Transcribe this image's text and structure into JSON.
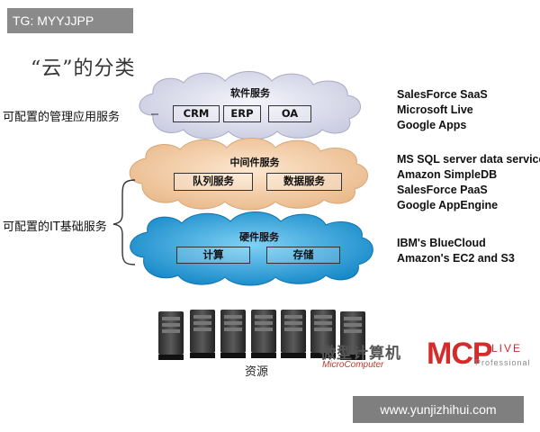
{
  "tag": "TG: MYYJJPP",
  "title": "“云”的分类",
  "left_labels": {
    "managed_apps": "可配置的管理应用服务",
    "it_infra": "可配置的IT基础服务"
  },
  "clouds": {
    "software": {
      "title": "软件服务",
      "boxes": [
        "CRM",
        "ERP",
        "OA"
      ],
      "color": "#d9dbe9"
    },
    "middleware": {
      "title": "中间件服务",
      "boxes": [
        "队列服务",
        "数据服务"
      ],
      "color": "#f3cfa8"
    },
    "hardware": {
      "title": "硬件服务",
      "boxes": [
        "计算",
        "存储"
      ],
      "color": "#2aa7df"
    }
  },
  "right_lists": {
    "software": [
      "SalesForce SaaS",
      "Microsoft Live",
      "Google Apps"
    ],
    "middleware": [
      "MS SQL server data service",
      "Amazon SimpleDB",
      "SalesForce PaaS",
      "Google AppEngine"
    ],
    "hardware": [
      "IBM's BlueCloud",
      "Amazon's EC2 and S3"
    ]
  },
  "resources_label": "资源",
  "watermark": {
    "cn": "微型计算机",
    "en": "MicroComputer",
    "mcp": "MCP",
    "live": "LIVE",
    "professional": "Professional"
  },
  "url": "www.yunjizhihui.com"
}
